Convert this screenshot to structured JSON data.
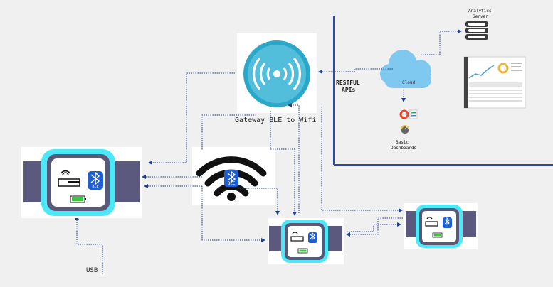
{
  "colors": {
    "background": "#f0f0f0",
    "accent_cyan": "#4de8f8",
    "strap": "#5b5a7e",
    "frame": "#5a5878",
    "connector": "#1f3f8f",
    "divider": "#2b4c9c",
    "cloud": "#7fc8ef",
    "gateway": "#2aa7c9",
    "battery": "#3cc63c"
  },
  "labels": {
    "gateway": "Gateway BLE to Wifi",
    "restful_line1": "RESTFUL",
    "restful_line2": "APIs",
    "cloud": "Cloud",
    "analytics_line1": "Analytics",
    "analytics_line2": "Server",
    "basic_line1": "Basic",
    "basic_line2": "Dashboards",
    "usb": "USB",
    "ble": "BLE"
  },
  "icons": {
    "gateway": "wireless-broadcast-icon",
    "wifi": "wifi-icon",
    "bluetooth": "bluetooth-icon",
    "server": "database-server-icon",
    "cloud": "cloud-icon",
    "dashboard": "dashboard-screenshot",
    "gauge": "gauge-icon",
    "battery": "battery-icon",
    "hand": "hand-touch-icon"
  }
}
